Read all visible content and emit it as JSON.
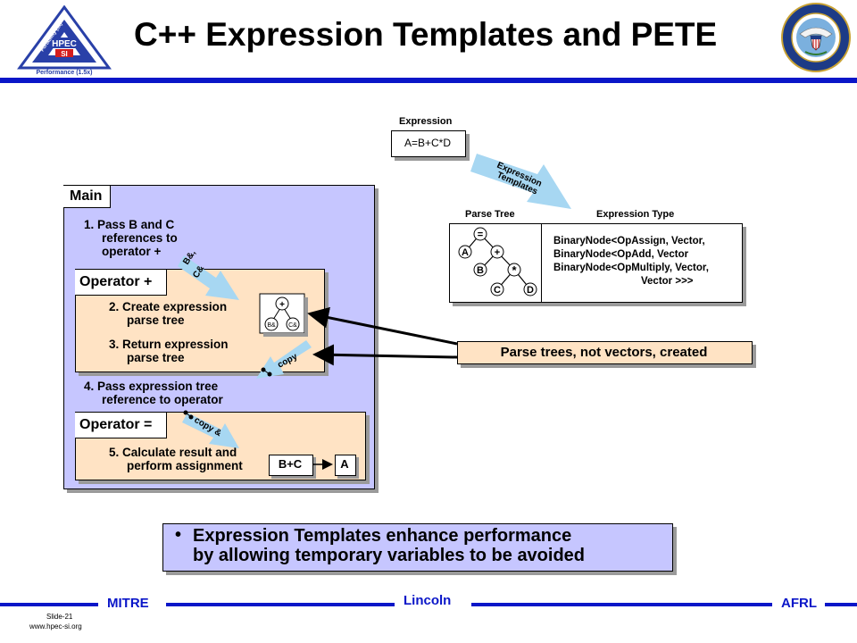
{
  "header": {
    "title": "C++ Expression Templates and PETE",
    "logo_left": {
      "text_top": "HPEC",
      "text_mid": "SI",
      "side_left": "Portability (3x)",
      "side_right": "Productivity (3x)",
      "bottom": "Performance (1.5x)"
    },
    "logo_right_name": "dod-seal"
  },
  "expression": {
    "label": "Expression",
    "value": "A=B+C*D",
    "arrow_label_line1": "Expression",
    "arrow_label_line2": "Templates"
  },
  "parse_panel": {
    "parse_tree_label": "Parse Tree",
    "expression_type_label": "Expression Type",
    "tree_nodes": [
      "=",
      "A",
      "+",
      "B",
      "*",
      "C",
      "D"
    ],
    "type_lines": [
      "BinaryNode<OpAssign, Vector,",
      "BinaryNode<OpAdd, Vector",
      "BinaryNode<OpMultiply, Vector,",
      "Vector >>>"
    ]
  },
  "callout": "Parse trees, not vectors, created",
  "main": {
    "title": "Main",
    "step1_line1": "1. Pass B and C",
    "step1_line2": "references to",
    "step1_line3": "operator +",
    "step4_line1": "4. Pass expression tree",
    "step4_line2": "reference to operator",
    "arrow_bc_line1": "B&,",
    "arrow_bc_line2": "C&",
    "arrow_copy": "copy",
    "arrow_copy_ref": "copy &"
  },
  "op_plus": {
    "title": "Operator +",
    "step2_line1": "2. Create expression",
    "step2_line2": "parse tree",
    "step3_line1": "3. Return expression",
    "step3_line2": "parse tree",
    "mini_tree": [
      "+",
      "B&",
      "C&"
    ]
  },
  "op_eq": {
    "title": "Operator =",
    "step5_line1": "5. Calculate result and",
    "step5_line2": "perform assignment",
    "box_left": "B+C",
    "box_right": "A"
  },
  "bullet": {
    "line1": "Expression Templates enhance performance",
    "line2": "by allowing temporary variables to be avoided"
  },
  "footer": {
    "left": "MITRE",
    "center": "Lincoln",
    "right": "AFRL",
    "slide": "Slide-21",
    "url": "www.hpec-si.org"
  },
  "colors": {
    "rule_blue": "#0a16c8",
    "panel_lavender": "#c6c6ff",
    "panel_peach": "#ffe3c4",
    "arrow_blue": "#a7d7f2",
    "logo_triangle": "#2940a8",
    "logo_center": "#d41c1c",
    "seal_blue": "#1d3b86"
  }
}
